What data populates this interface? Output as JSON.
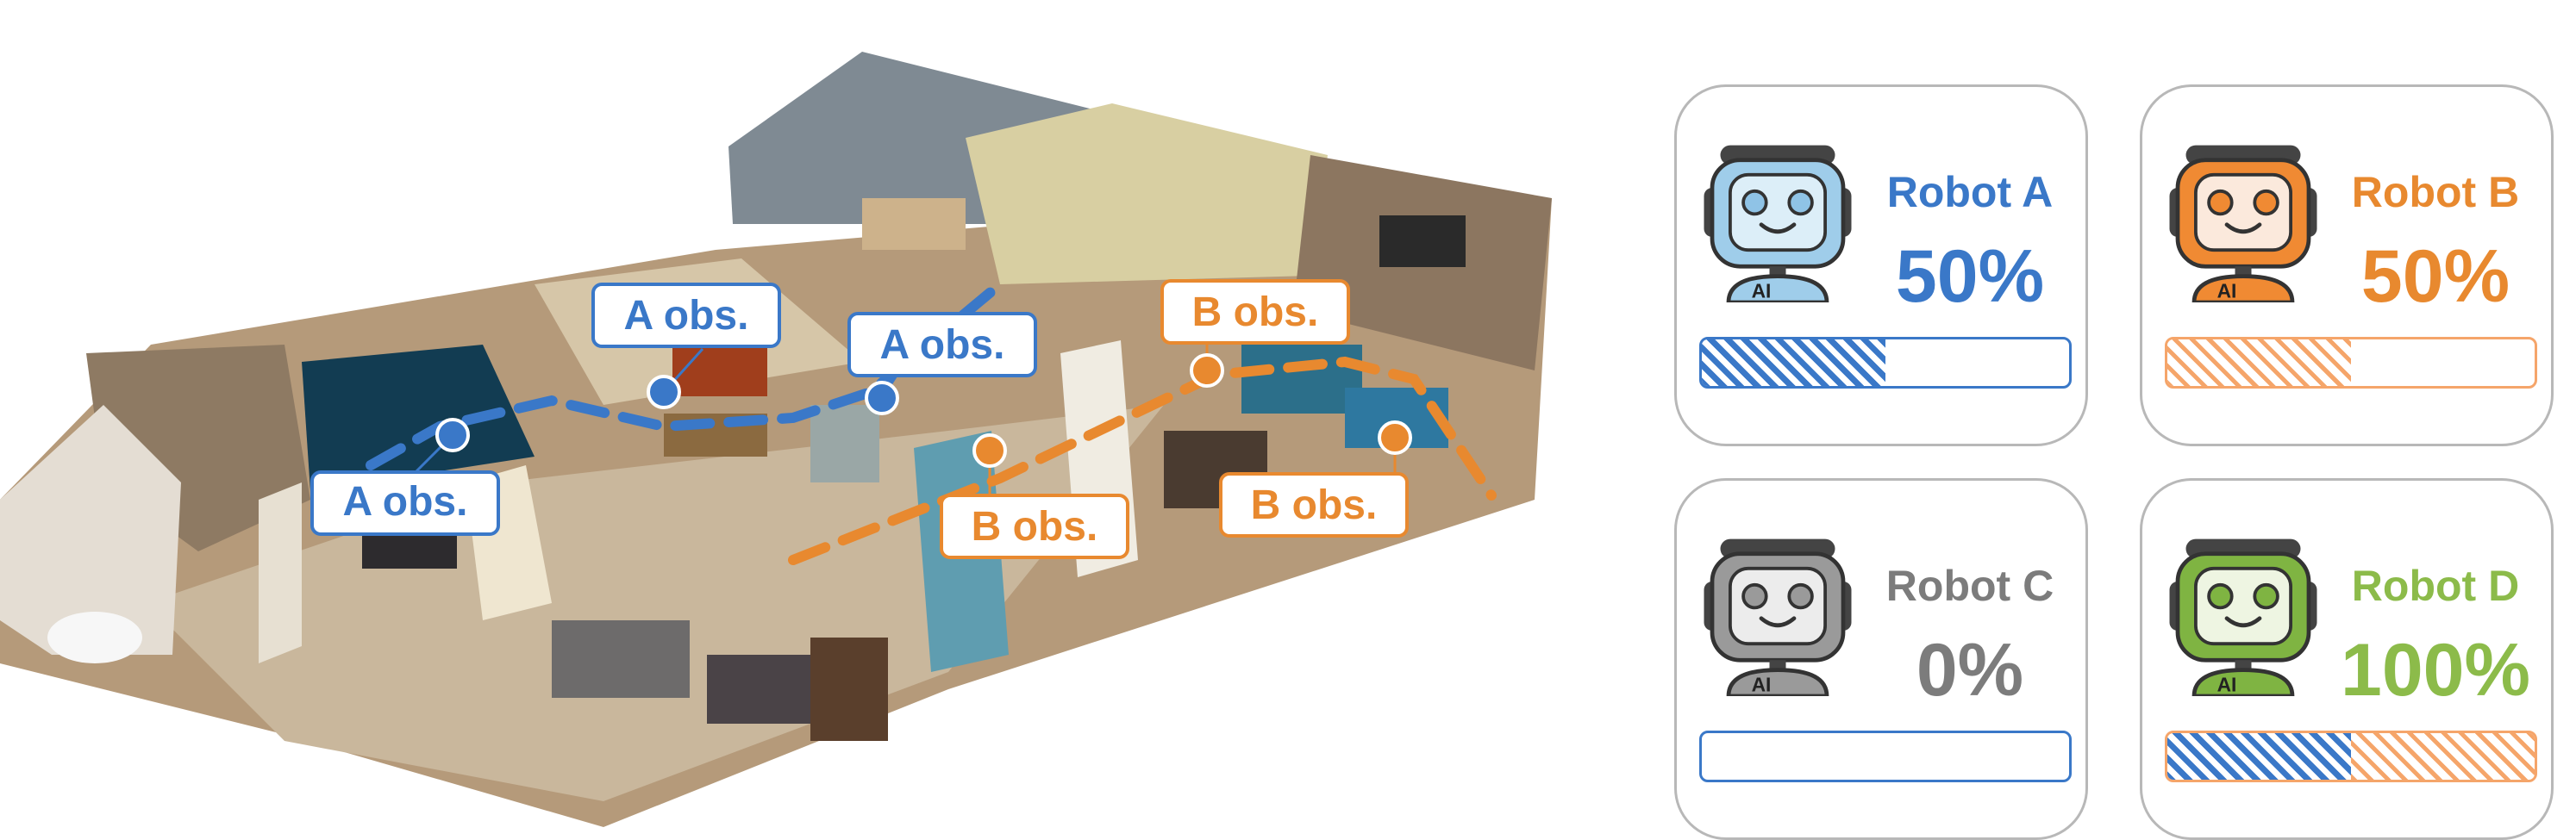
{
  "map": {
    "labels": [
      {
        "key": "a1",
        "text": "A obs."
      },
      {
        "key": "a2",
        "text": "A obs."
      },
      {
        "key": "a3",
        "text": "A obs."
      },
      {
        "key": "b1",
        "text": "B obs."
      },
      {
        "key": "b2",
        "text": "B obs."
      },
      {
        "key": "b3",
        "text": "B obs."
      }
    ]
  },
  "robots": [
    {
      "name": "Robot A",
      "percent": "50%",
      "color": "#3a78c8",
      "icon": "robot-a-icon",
      "share_a": 0.5,
      "share_b": 0
    },
    {
      "name": "Robot B",
      "percent": "50%",
      "color": "#e8892f",
      "icon": "robot-b-icon",
      "share_a": 0,
      "share_b": 0.5
    },
    {
      "name": "Robot C",
      "percent": "0%",
      "color": "#7c7c7c",
      "icon": "robot-c-icon",
      "share_a": 0,
      "share_b": 0
    },
    {
      "name": "Robot D",
      "percent": "100%",
      "color": "#8cbb4a",
      "icon": "robot-d-icon",
      "share_a": 0.5,
      "share_b": 0.5
    }
  ],
  "colors": {
    "robot_a": "#3a78c8",
    "robot_b": "#e8892f",
    "robot_c": "#7c7c7c",
    "robot_d": "#8cbb4a"
  }
}
